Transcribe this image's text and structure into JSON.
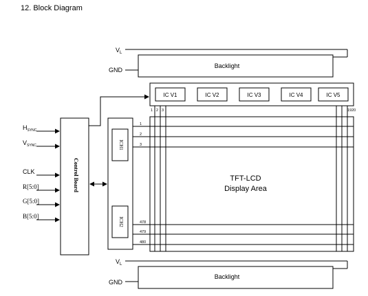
{
  "title": "12. Block Diagram",
  "backlight_top": {
    "vl": "V",
    "vl_sub": "L",
    "gnd": "GND",
    "label": "Backlight"
  },
  "backlight_bottom": {
    "vl": "V",
    "vl_sub": "L",
    "gnd": "GND",
    "label": "Backlight"
  },
  "signals": [
    {
      "main": "H",
      "sub": "SYNC"
    },
    {
      "main": "V",
      "sub": "SYNC"
    },
    {
      "main": "CLK",
      "sub": ""
    },
    {
      "main": "R[5:0]",
      "sub": ""
    },
    {
      "main": "G[5:0]",
      "sub": ""
    },
    {
      "main": "B[5:0]",
      "sub": ""
    }
  ],
  "control_board": "Control Board",
  "ich": [
    "ICH1",
    "ICH2"
  ],
  "icv": [
    "IC V1",
    "IC V2",
    "IC V3",
    "IC V4",
    "IC V5"
  ],
  "col_labels": [
    "1",
    "2",
    "3",
    "1920"
  ],
  "row_labels": [
    "1",
    "2",
    "3",
    "478",
    "479",
    "480"
  ],
  "display": {
    "line1": "TFT-LCD",
    "line2": "Display Area"
  }
}
